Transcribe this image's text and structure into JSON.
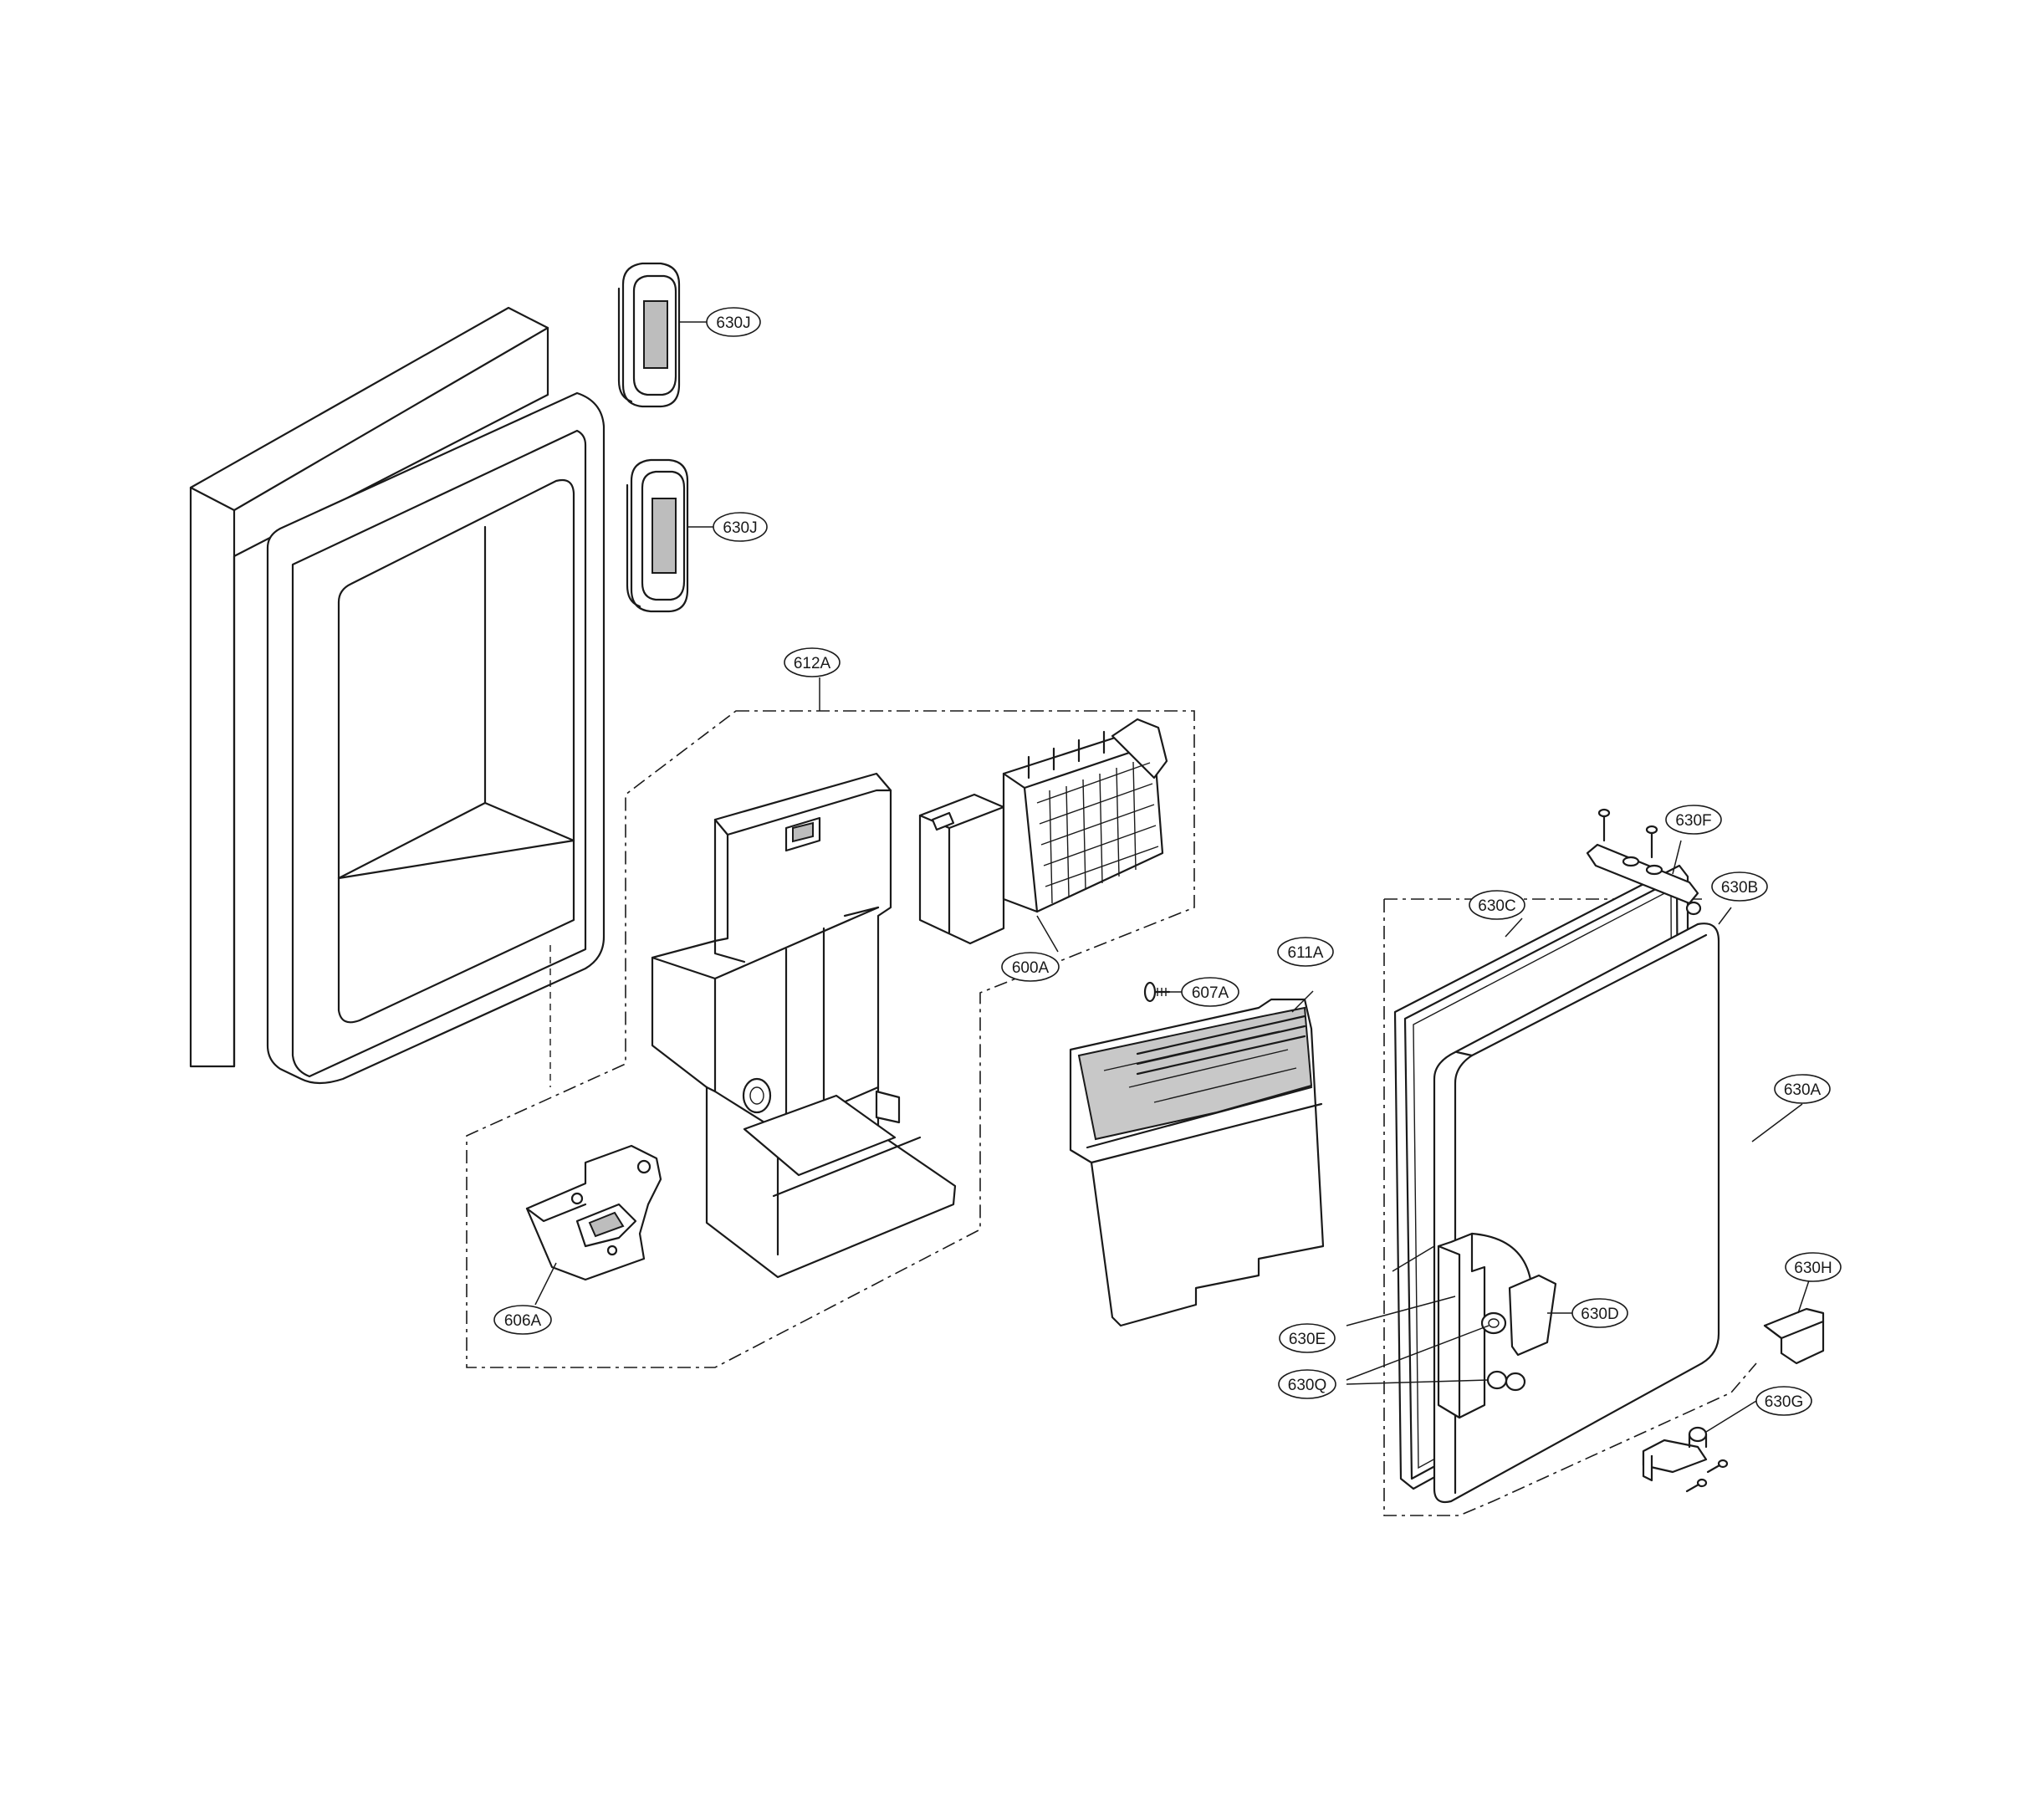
{
  "labels": {
    "p630J_a": "630J",
    "p630J_b": "630J",
    "p612A": "612A",
    "p600A": "600A",
    "p607A": "607A",
    "p611A": "611A",
    "p606A": "606A",
    "p630F": "630F",
    "p630B": "630B",
    "p630C": "630C",
    "p630A": "630A",
    "p630H": "630H",
    "p630D": "630D",
    "p630E": "630E",
    "p630Q": "630Q",
    "p630G": "630G"
  }
}
